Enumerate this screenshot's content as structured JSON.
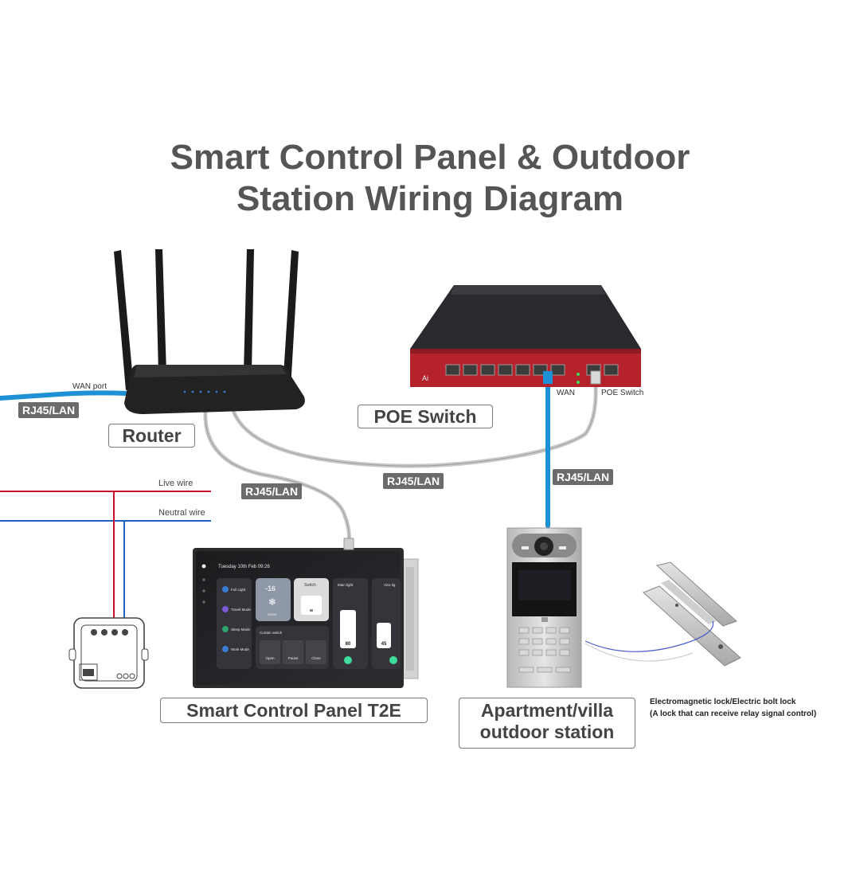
{
  "title": {
    "line1": "Smart Control Panel & Outdoor",
    "line2": "Station Wiring Diagram"
  },
  "labels": {
    "router": "Router",
    "poe_switch": "POE Switch",
    "panel": "Smart Control Panel T2E",
    "station_line1": "Apartment/villa",
    "station_line2": "outdoor station"
  },
  "tags": {
    "rj45_wan": "RJ45/LAN",
    "rj45_panel": "RJ45/LAN",
    "rj45_switch": "RJ45/LAN",
    "rj45_station": "RJ45/LAN"
  },
  "port_labels": {
    "wan_port": "WAN port",
    "wan": "WAN",
    "poe_switch": "POE Switch"
  },
  "wires": {
    "live": "Live wire",
    "neutral": "Neutral wire"
  },
  "lock": {
    "line1": "Electromagnetic lock/Electric bolt lock",
    "line2": "(A lock that can receive relay signal control)"
  },
  "screen": {
    "date": "Tuesday 10th Feb 09:26",
    "scenes": [
      "Full Light",
      "Travel Mode",
      "Sleep Mode",
      "Work Mode"
    ],
    "temp": "-16",
    "temp_mode": "Snow",
    "switch_title": "Switch",
    "main_light": "Main light",
    "vice_light": "Vice lig",
    "curtain_title": "Curtain switch",
    "curtain_buttons": [
      "Open",
      "Pause",
      "Close"
    ],
    "light_value_1": "80",
    "light_value_2": "45"
  },
  "colors": {
    "title": "#555555",
    "live_wire": "#c8102e",
    "neutral_wire": "#1f5fbf",
    "ethernet_blue": "#1e90d6",
    "ethernet_gray": "#c8c8c8",
    "switch_red": "#b5222c"
  }
}
